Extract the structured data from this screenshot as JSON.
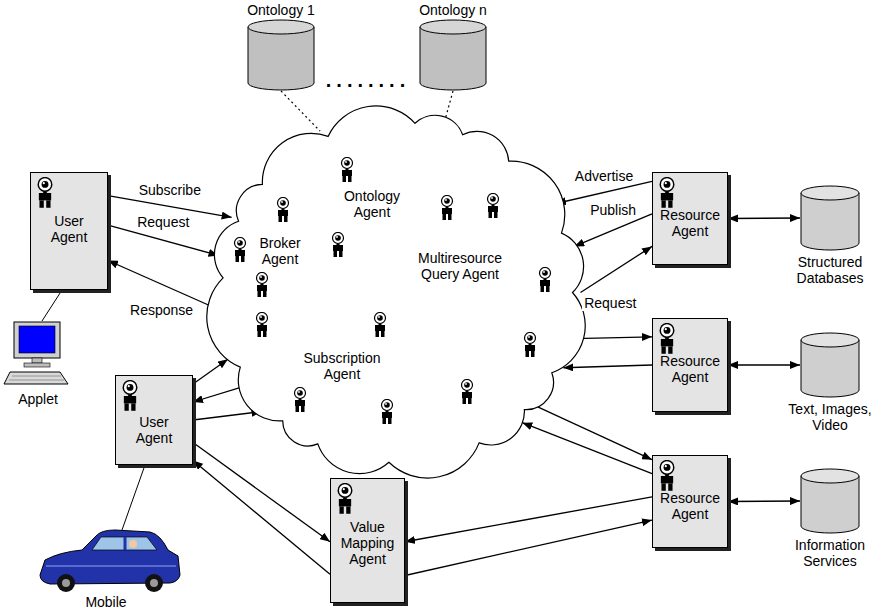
{
  "diagram": {
    "nodes": [
      {
        "text": [
          "Ontology 1"
        ]
      },
      {
        "text": [
          "Ontology n"
        ]
      },
      {
        "text": [
          "Ontology Agent",
          "Broker Agent",
          "Multiresource Query Agent",
          "Subscription Agent"
        ]
      },
      {
        "text": [
          "User Agent"
        ]
      },
      {
        "text": [
          "Resource Agent"
        ]
      },
      {
        "text": [
          "Structured Databases"
        ]
      },
      {
        "text": [
          "Resource Agent"
        ]
      },
      {
        "text": [
          "Text, Images, Video"
        ]
      },
      {
        "text": [
          "User Agent"
        ]
      },
      {
        "text": [
          "Resource Agent"
        ]
      },
      {
        "text": [
          "Information Services"
        ]
      },
      {
        "text": [
          "Value Mapping Agent"
        ]
      }
    ],
    "edges": [
      {
        "from": 3,
        "to": 2,
        "arrow": "to",
        "label": "Subscribe"
      },
      {
        "from": 3,
        "to": 2,
        "arrow": "to",
        "label": "Request"
      },
      {
        "from": 2,
        "to": 3,
        "arrow": "to",
        "label": "Response"
      },
      {
        "from": 4,
        "to": 2,
        "arrow": "to",
        "label": "Advertise"
      },
      {
        "from": 4,
        "to": 2,
        "arrow": "to",
        "label": "Publish"
      },
      {
        "from": 2,
        "to": 4,
        "arrow": "to",
        "label": "Request"
      },
      {
        "from": 2,
        "to": 6,
        "arrow": "to"
      },
      {
        "from": 6,
        "to": 2,
        "arrow": "to"
      },
      {
        "from": 2,
        "to": 9,
        "arrow": "to"
      },
      {
        "from": 9,
        "to": 2,
        "arrow": "to"
      },
      {
        "from": 8,
        "to": 2,
        "arrow": "to"
      },
      {
        "from": 2,
        "to": 8,
        "arrow": "to"
      },
      {
        "from": 8,
        "to": 2,
        "arrow": "to"
      },
      {
        "from": 8,
        "to": 11,
        "arrow": "to"
      },
      {
        "from": 11,
        "to": 8,
        "arrow": "to"
      },
      {
        "from": 9,
        "to": 11,
        "arrow": "to"
      },
      {
        "from": 11,
        "to": 9,
        "arrow": "to"
      },
      {
        "from": 4,
        "to": 5,
        "arrow": "both"
      },
      {
        "from": 6,
        "to": 7,
        "arrow": "both"
      },
      {
        "from": 9,
        "to": 10,
        "arrow": "both"
      },
      {
        "from": 0,
        "to": 2,
        "arrow": "none"
      },
      {
        "from": 1,
        "to": 2,
        "arrow": "none"
      }
    ],
    "labels": [
      "........",
      "Applet",
      "Mobile"
    ]
  }
}
